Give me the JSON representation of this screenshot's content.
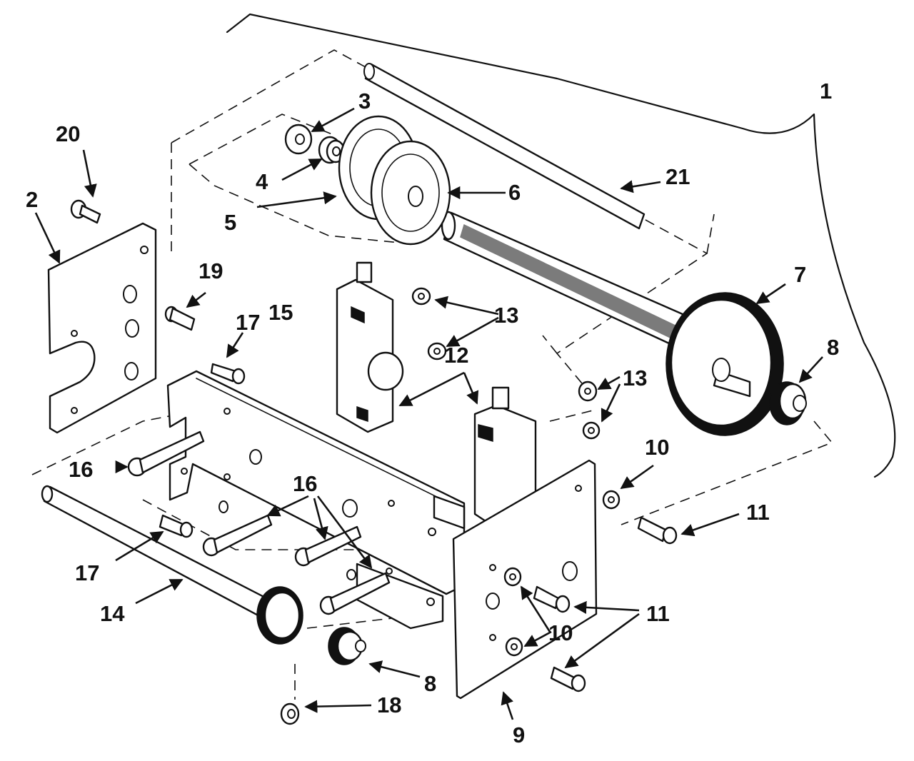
{
  "callouts": {
    "c1": "1",
    "c2": "2",
    "c3": "3",
    "c4": "4",
    "c5": "5",
    "c6": "6",
    "c7": "7",
    "c8a": "8",
    "c8b": "8",
    "c9": "9",
    "c10a": "10",
    "c10b": "10",
    "c11a": "11",
    "c11b": "11",
    "c12": "12",
    "c13a": "13",
    "c13b": "13",
    "c14": "14",
    "c15": "15",
    "c16a": "16",
    "c16b": "16",
    "c17a": "17",
    "c17b": "17",
    "c18": "18",
    "c19": "19",
    "c20": "20",
    "c21": "21"
  },
  "colors": {
    "ink": "#111111",
    "paper": "#ffffff"
  }
}
